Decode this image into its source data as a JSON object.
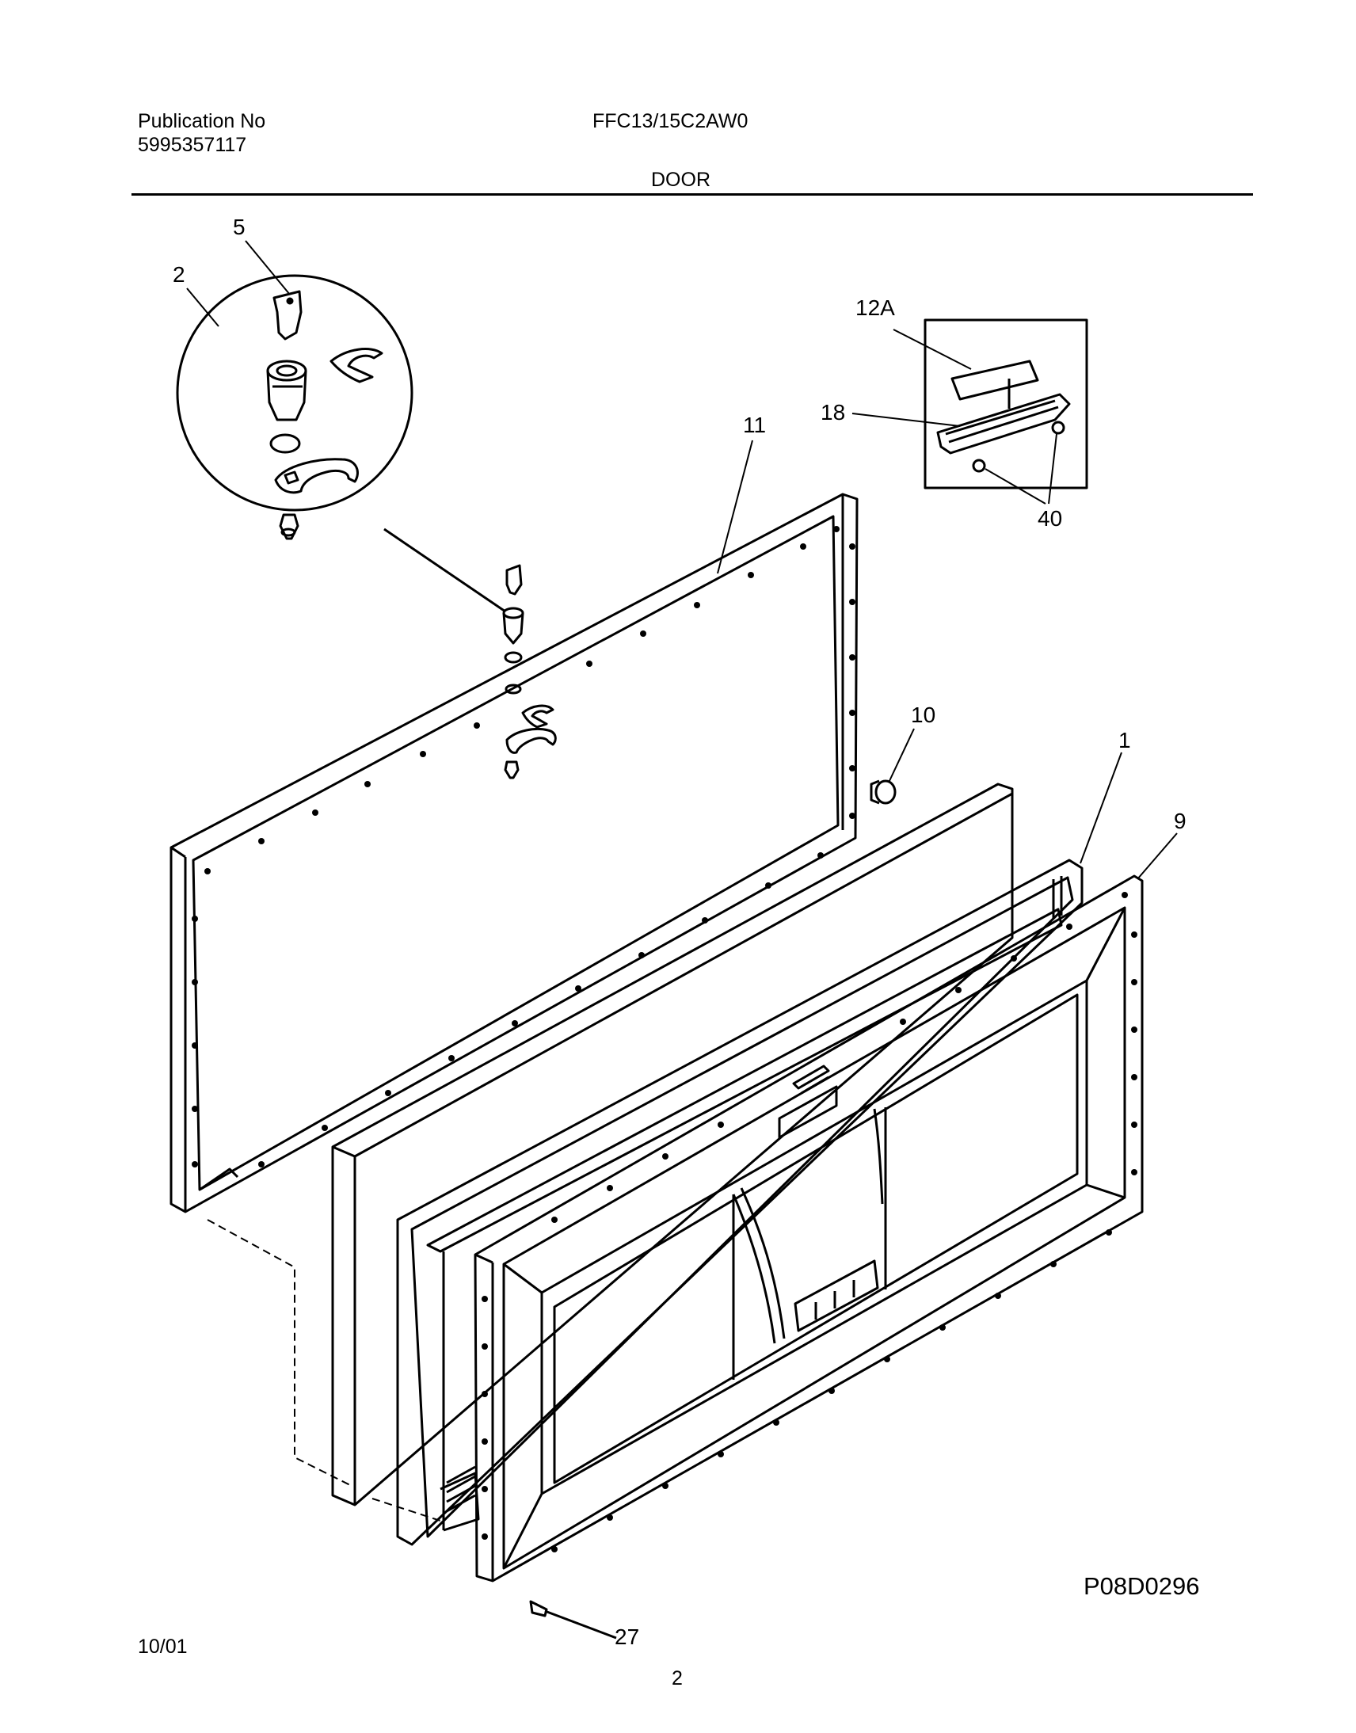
{
  "header": {
    "publication_label": "Publication No",
    "publication_number": "5995357117",
    "model": "FFC13/15C2AW0",
    "section": "DOOR"
  },
  "callouts": {
    "c5": "5",
    "c2": "2",
    "c11": "11",
    "c12a": "12A",
    "c18": "18",
    "c40": "40",
    "c10": "10",
    "c1": "1",
    "c9": "9",
    "c27": "27"
  },
  "figure_code": "P08D0296",
  "footer": {
    "date": "10/01",
    "page": "2"
  }
}
